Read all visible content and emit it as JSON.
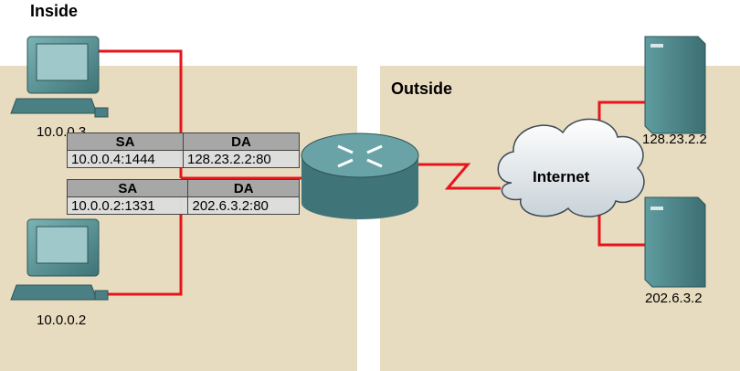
{
  "regions": {
    "inside_label": "Inside",
    "outside_label": "Outside"
  },
  "hosts": {
    "pc_top": "10.0.0.3",
    "pc_bottom": "10.0.0.2",
    "server_top": "128.23.2.2",
    "server_bottom": "202.6.3.2"
  },
  "cloud": {
    "label": "Internet"
  },
  "tables": [
    {
      "headers": [
        "SA",
        "DA"
      ],
      "row": [
        "10.0.0.4:1444",
        "128.23.2.2:80"
      ]
    },
    {
      "headers": [
        "SA",
        "DA"
      ],
      "row": [
        "10.0.0.2:1331",
        "202.6.3.2:80"
      ]
    }
  ],
  "colors": {
    "link": "#e8141b",
    "region": "#e8dcc0",
    "device": "#4e8a8e"
  }
}
